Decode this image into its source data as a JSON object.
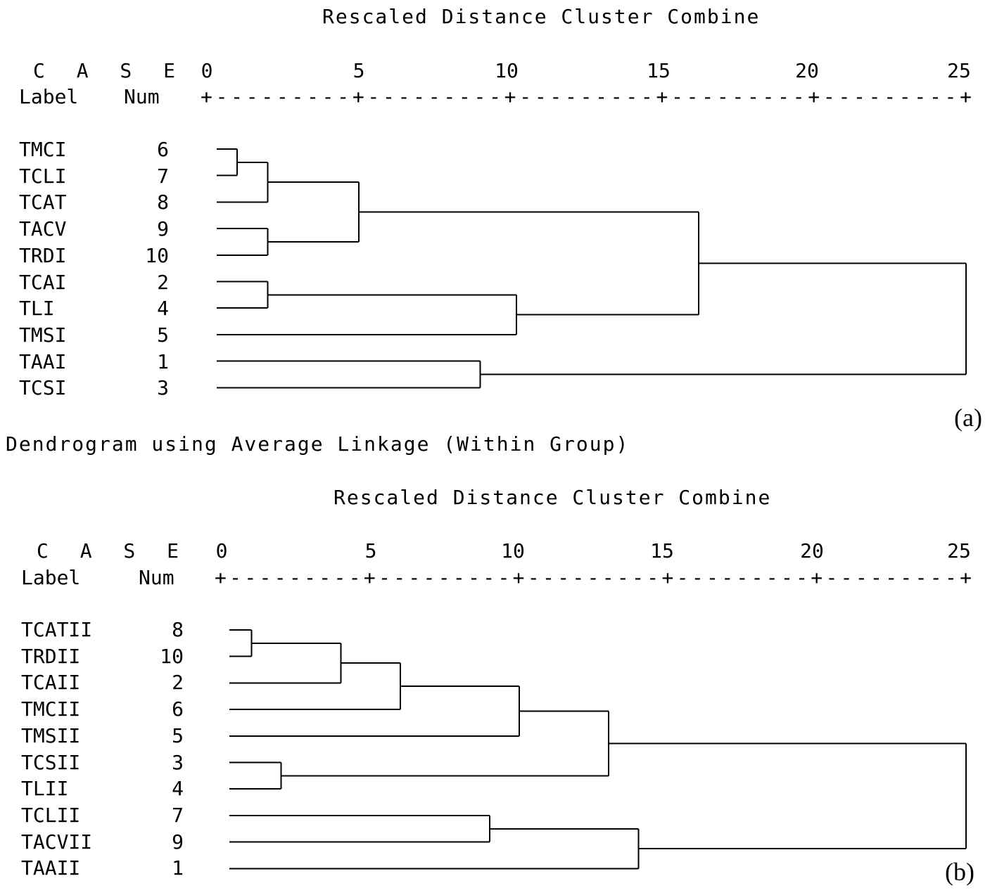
{
  "panels": [
    {
      "heading": "Rescaled Distance Cluster Combine",
      "case_label": "C A S E",
      "label_header": "Label",
      "num_header": "Num",
      "axis_ticks": [
        "0",
        "5",
        "10",
        "15",
        "20",
        "25"
      ],
      "axis_line": "+---------+---------+---------+---------+---------+",
      "cases": [
        {
          "label": "TMCI",
          "num": "6"
        },
        {
          "label": "TCLI",
          "num": "7"
        },
        {
          "label": "TCAT",
          "num": "8"
        },
        {
          "label": "TACV",
          "num": "9"
        },
        {
          "label": "TRDI",
          "num": "10"
        },
        {
          "label": "TCAI",
          "num": "2"
        },
        {
          "label": "TLI",
          "num": "4"
        },
        {
          "label": "TMSI",
          "num": "5"
        },
        {
          "label": "TAAI",
          "num": "1"
        },
        {
          "label": "TCSI",
          "num": "3"
        }
      ],
      "merges": [
        {
          "a": "leaf:0",
          "b": "leaf:1",
          "dist": 1.0
        },
        {
          "a": "node:0",
          "b": "leaf:2",
          "dist": 2.0
        },
        {
          "a": "leaf:3",
          "b": "leaf:4",
          "dist": 2.0
        },
        {
          "a": "node:1",
          "b": "node:2",
          "dist": 5.0
        },
        {
          "a": "leaf:5",
          "b": "leaf:6",
          "dist": 2.0
        },
        {
          "a": "node:4",
          "b": "leaf:7",
          "dist": 10.2
        },
        {
          "a": "node:3",
          "b": "node:5",
          "dist": 16.2
        },
        {
          "a": "leaf:8",
          "b": "leaf:9",
          "dist": 9.0
        },
        {
          "a": "node:6",
          "b": "node:7",
          "dist": 25.0
        }
      ],
      "tag": "(a)"
    },
    {
      "heading": "Rescaled Distance Cluster Combine",
      "case_label": "C A S E",
      "label_header": "Label",
      "num_header": "Num",
      "axis_ticks": [
        "0",
        "5",
        "10",
        "15",
        "20",
        "25"
      ],
      "axis_line": "+---------+---------+---------+---------+---------+",
      "cases": [
        {
          "label": "TCATII",
          "num": "8"
        },
        {
          "label": "TRDII",
          "num": "10"
        },
        {
          "label": "TCAII",
          "num": "2"
        },
        {
          "label": "TMCII",
          "num": "6"
        },
        {
          "label": "TMSII",
          "num": "5"
        },
        {
          "label": "TCSII",
          "num": "3"
        },
        {
          "label": "TLII",
          "num": "4"
        },
        {
          "label": "TCLII",
          "num": "7"
        },
        {
          "label": "TACVII",
          "num": "9"
        },
        {
          "label": "TAAII",
          "num": "1"
        }
      ],
      "merges": [
        {
          "a": "leaf:0",
          "b": "leaf:1",
          "dist": 1.0
        },
        {
          "a": "node:0",
          "b": "leaf:2",
          "dist": 4.0
        },
        {
          "a": "node:1",
          "b": "leaf:3",
          "dist": 6.0
        },
        {
          "a": "node:2",
          "b": "leaf:4",
          "dist": 10.0
        },
        {
          "a": "leaf:5",
          "b": "leaf:6",
          "dist": 2.0
        },
        {
          "a": "node:3",
          "b": "node:4",
          "dist": 13.0
        },
        {
          "a": "leaf:7",
          "b": "leaf:8",
          "dist": 9.0
        },
        {
          "a": "node:6",
          "b": "leaf:9",
          "dist": 14.0
        },
        {
          "a": "node:5",
          "b": "node:7",
          "dist": 25.0
        }
      ],
      "tag": "(b)"
    }
  ],
  "caption": "Dendrogram using Average Linkage (Within Group)"
}
